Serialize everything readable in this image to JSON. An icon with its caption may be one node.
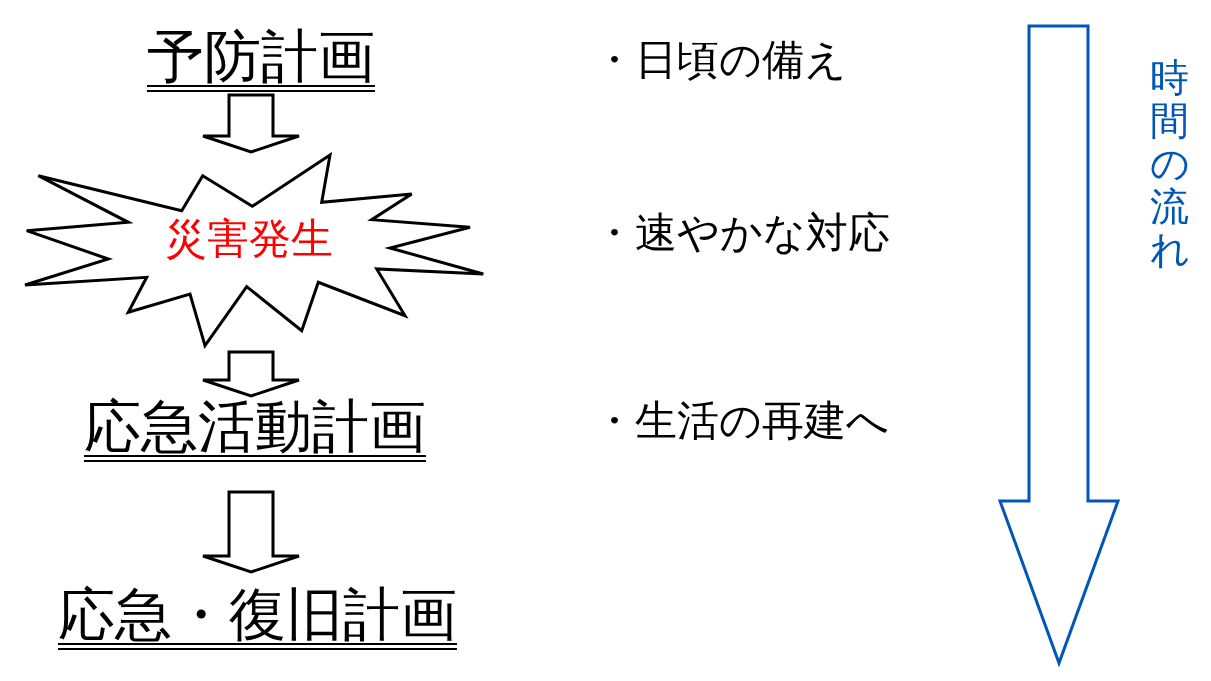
{
  "diagram": {
    "nodes": [
      {
        "text": [
          "予防計画"
        ]
      },
      {
        "text": [
          "災害発生"
        ]
      },
      {
        "text": [
          "応急活動計画"
        ]
      },
      {
        "text": [
          "応急・復旧計画"
        ]
      }
    ],
    "edges": [
      {
        "from": 0,
        "to": 1,
        "arrow": "to"
      },
      {
        "from": 1,
        "to": 2,
        "arrow": "to"
      },
      {
        "from": 2,
        "to": 3,
        "arrow": "to"
      }
    ],
    "labels": [
      "・日頃の備え",
      "・速やかな対応",
      "・生活の再建へ",
      "時間の流れ"
    ]
  }
}
